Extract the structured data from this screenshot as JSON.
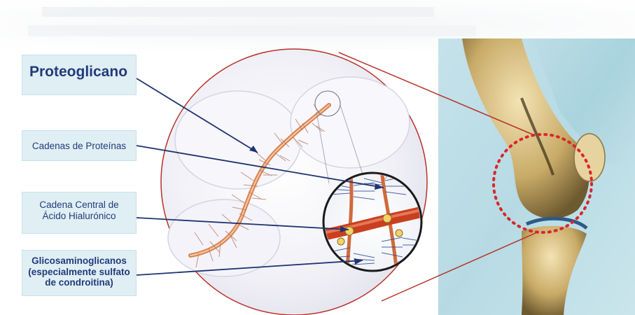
{
  "labels": {
    "title": "Proteoglicano",
    "protein_chains": "Cadenas de Proteínas",
    "central_chain_line1": "Cadena Central de",
    "central_chain_line2": "Ácido Hialurónico",
    "gag_line1": "Glicosaminoglicanos",
    "gag_line2": "(especialmente sulfato",
    "gag_line3": "de condroitina)"
  },
  "colors": {
    "label_bg": "#dfeff4",
    "label_text": "#233a7a",
    "pointer_line": "#1f3470",
    "callout_red": "#b8322a",
    "hyaluronic_chain": "#c8401e",
    "dotted_circle": "#d9262b"
  },
  "icons": {
    "knee": "knee-joint-illustration",
    "proteoglycan": "proteoglycan-molecule-illustration",
    "magnifier": "magnified-detail-circle"
  }
}
